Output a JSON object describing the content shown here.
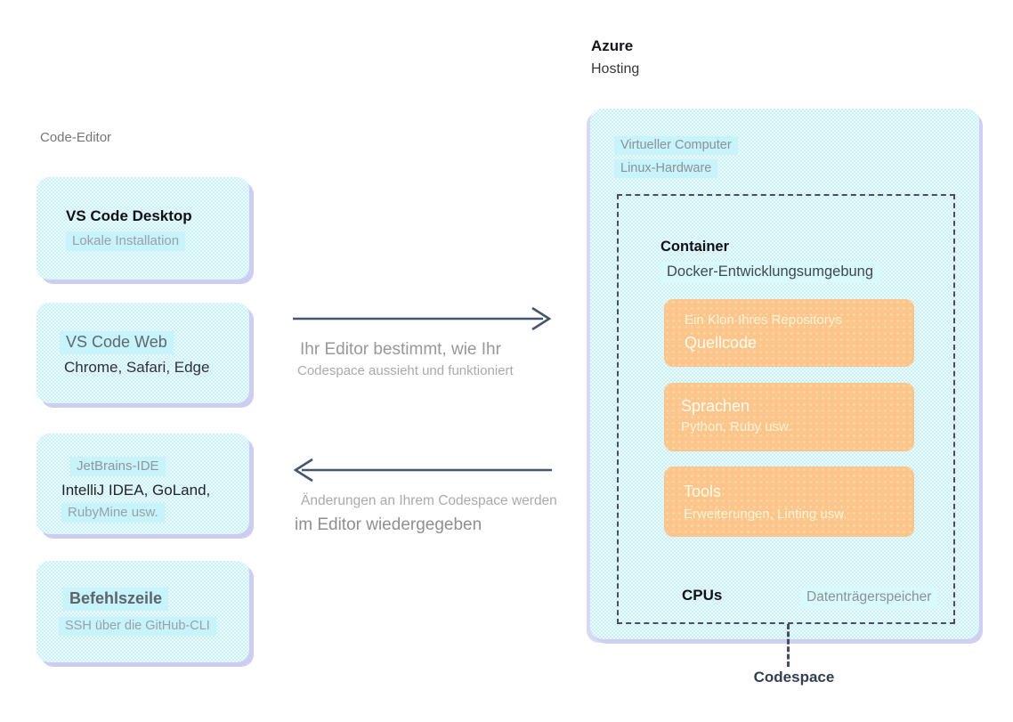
{
  "left": {
    "label": "Code-Editor",
    "boxes": [
      {
        "lines": [
          "VS Code Desktop",
          "Lokale Installation"
        ]
      },
      {
        "lines": [
          "VS Code Web",
          "Chrome, Safari, Edge"
        ]
      },
      {
        "lines": [
          "JetBrains-IDE",
          "IntelliJ IDEA, GoLand,",
          "RubyMine usw."
        ]
      },
      {
        "lines": [
          "Befehlszeile",
          "SSH über die GitHub-CLI"
        ]
      }
    ]
  },
  "middle": {
    "to_right": {
      "line1": "Ihr Editor bestimmt, wie Ihr",
      "line2": "Codespace aussieht und funktioniert"
    },
    "to_left": {
      "line1": "Änderungen an Ihrem Codespace werden",
      "line2": "im Editor wiedergegeben"
    }
  },
  "azure": {
    "title": "Azure",
    "subtitle": "Hosting"
  },
  "vm": {
    "title": "Virtueller Computer",
    "subtitle": "Linux-Hardware",
    "container": {
      "title": "Container",
      "subtitle": "Docker-Entwicklungsumgebung",
      "boxes": [
        {
          "line1": "Ein Klon Ihres Repositorys",
          "line2": "Quellcode"
        },
        {
          "line1": "Sprachen",
          "line2": "Python, Ruby usw."
        },
        {
          "line1": "Tools",
          "line2": "Erweiterungen, Linting usw."
        }
      ],
      "cpu_label": "CPUs",
      "disk_label": "Datenträgerspeicher"
    }
  },
  "codespace_label": "Codespace",
  "colors": {
    "cyan_fill": "#d6f3f9",
    "cyan_highlight": "#c7f3fa",
    "orange_fill": "#fbc58c",
    "shadow_lavender": "#cdcdf3",
    "arrow": "#44566c",
    "dashed_border": "#474d66"
  }
}
